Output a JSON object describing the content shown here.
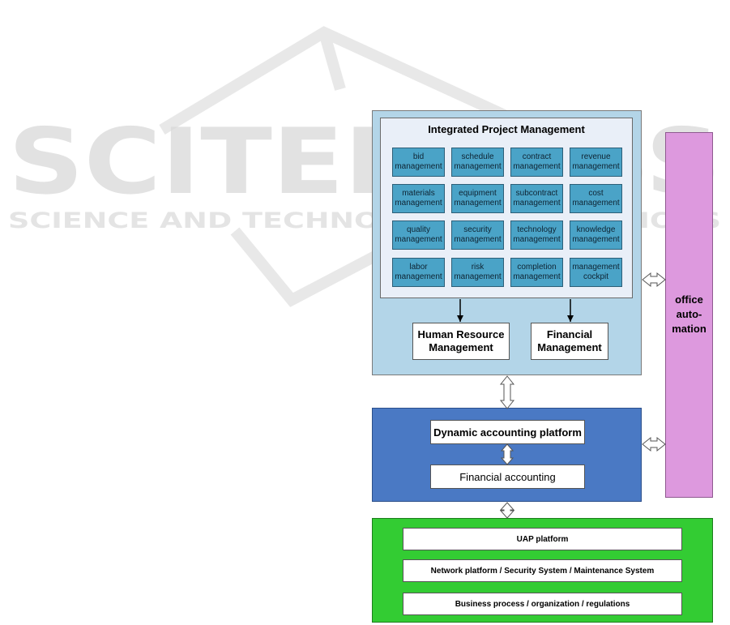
{
  "watermark": {
    "big": "SCITEPRESS",
    "small": "SCIENCE AND TECHNOLOGY PUBLICATIONS"
  },
  "ipm": {
    "title": "Integrated Project Management",
    "modules": [
      [
        "bid\nmanagement",
        "schedule\nmanagement",
        "contract\nmanagement",
        "revenue\nmanagement"
      ],
      [
        "materials\nmanagement",
        "equipment\nmanagement",
        "subcontract\nmanagement",
        "cost\nmanagement"
      ],
      [
        "quality\nmanagement",
        "security\nmanagement",
        "technology\nmanagement",
        "knowledge\nmanagement"
      ],
      [
        "labor\nmanagement",
        "risk\nmanagement",
        "completion\nmanagement",
        "management\ncockpit"
      ]
    ],
    "hrm": "Human Resource\nManagement",
    "fin": "Financial\nManagement"
  },
  "accounting": {
    "dynamic": "Dynamic accounting platform",
    "financial": "Financial accounting"
  },
  "office": {
    "label": "office\nauto-\nmation"
  },
  "base": {
    "rows": [
      "UAP platform",
      "Network platform / Security System / Maintenance System",
      "Business process / organization / regulations"
    ]
  },
  "colors": {
    "ipm_outer": "#b3d5e8",
    "module": "#4aa3c7",
    "accounting": "#4a79c4",
    "office": "#dd99de",
    "base": "#33cc33"
  }
}
